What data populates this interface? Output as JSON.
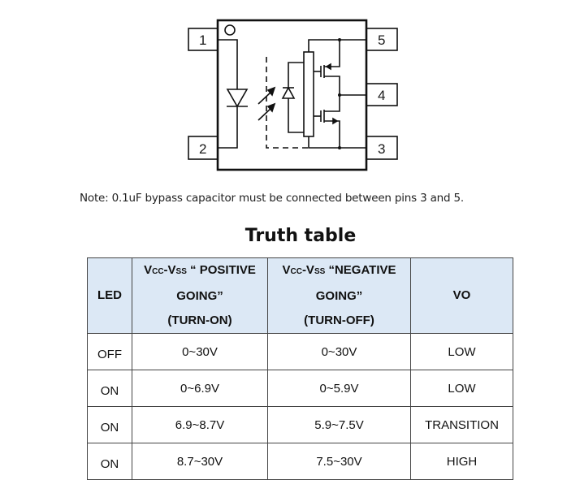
{
  "diagram": {
    "pins": [
      {
        "id": "pin-1",
        "label": "1"
      },
      {
        "id": "pin-2",
        "label": "2"
      },
      {
        "id": "pin-3",
        "label": "3"
      },
      {
        "id": "pin-4",
        "label": "4"
      },
      {
        "id": "pin-5",
        "label": "5"
      }
    ]
  },
  "note": "Note: 0.1uF bypass capacitor must be connected between pins 3 and 5.",
  "truth_table": {
    "title": "Truth table",
    "headers": {
      "led": "LED",
      "positive": {
        "v1": "V",
        "s1": "CC",
        "dash": "-V",
        "s2": "SS",
        "rest": " “ POSITIVE",
        "line2": "GOING”",
        "line3": "(TURN-ON)"
      },
      "negative": {
        "v1": "V",
        "s1": "CC",
        "dash": "-V",
        "s2": "SS",
        "rest": " “NEGATIVE",
        "line2": "GOING”",
        "line3": "(TURN-OFF)"
      },
      "vo": "VO"
    },
    "rows": [
      {
        "led": "OFF",
        "positive": "0~30V",
        "negative": "0~30V",
        "vo": "LOW"
      },
      {
        "led": "ON",
        "positive": "0~6.9V",
        "negative": "0~5.9V",
        "vo": "LOW"
      },
      {
        "led": "ON",
        "positive": "6.9~8.7V",
        "negative": "5.9~7.5V",
        "vo": "TRANSITION"
      },
      {
        "led": "ON",
        "positive": "8.7~30V",
        "negative": "7.5~30V",
        "vo": "HIGH"
      }
    ]
  }
}
